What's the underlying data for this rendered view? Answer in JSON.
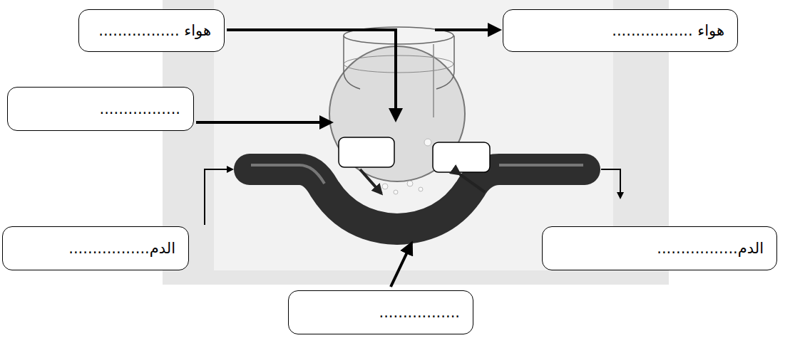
{
  "diagram": {
    "nodes": [
      {
        "text": [
          "هواء ................."
        ]
      },
      {
        "text": [
          "هواء ................."
        ]
      },
      {
        "text": [
          "................."
        ]
      },
      {
        "text": [
          "الدم................."
        ]
      },
      {
        "text": [
          "الدم................."
        ]
      },
      {
        "text": [
          "................."
        ]
      }
    ]
  }
}
